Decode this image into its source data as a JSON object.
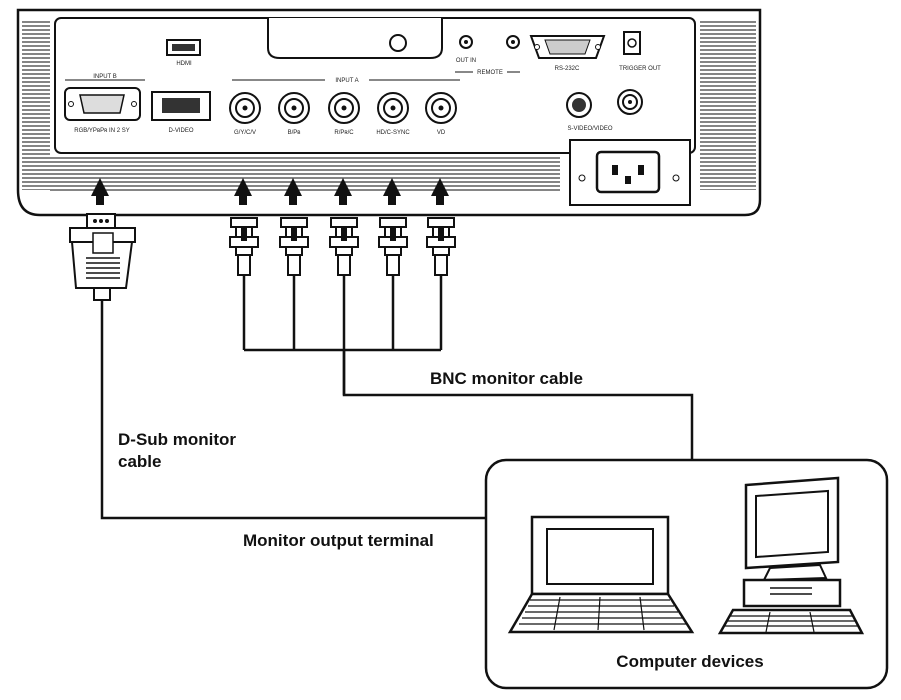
{
  "labels": {
    "bnc_cable": "BNC monitor cable",
    "dsub_cable_line1": "D-Sub monitor",
    "dsub_cable_line2": "cable",
    "monitor_output": "Monitor output terminal",
    "computer_devices": "Computer devices"
  },
  "panel": {
    "hdmi": "HDMI",
    "input_b": "INPUT B",
    "rgb_port": "RGB/YPʙPʀ IN 2 SY",
    "dvideo": "D-VIDEO",
    "input_a": "INPUT A",
    "bnc_ports": [
      "G/Y/C/V",
      "B/Pʙ",
      "R/Pʀ/C",
      "HD/C-SYNC",
      "VD"
    ],
    "remote": "REMOTE",
    "out_in": "OUT IN",
    "rs232": "RS-232C",
    "trigger": "TRIGGER OUT",
    "svideo": "S-VIDEO/VIDEO"
  },
  "colors": {
    "line": "#111111",
    "fill_light": "#f2f2f2",
    "background": "#ffffff"
  }
}
